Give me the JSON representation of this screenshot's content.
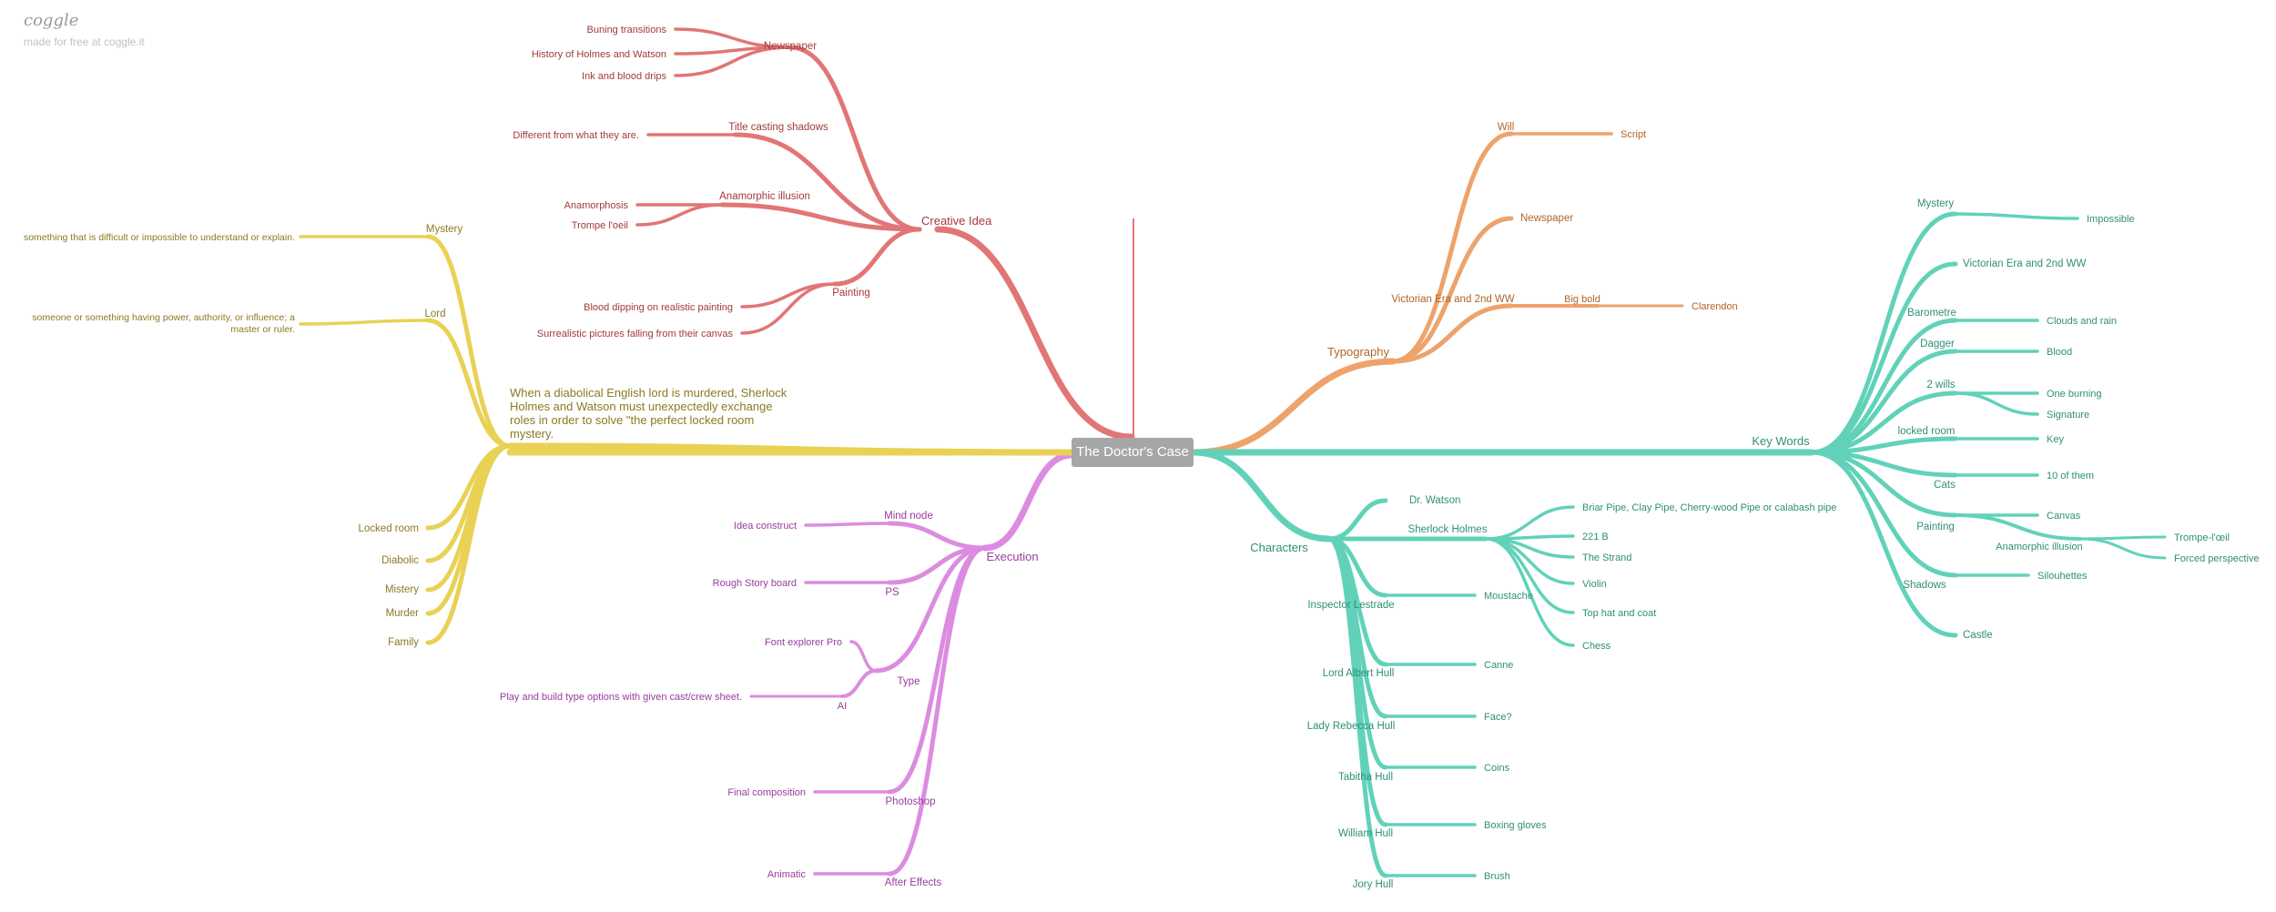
{
  "brand": {
    "logo": "coggle",
    "subtitle": "made for free at coggle.it"
  },
  "center": "The Doctor's Case",
  "colors": {
    "red": "#e27575",
    "orange": "#eda36b",
    "yellow": "#e9d155",
    "teal": "#61d2b9",
    "purple": "#dc8ce0"
  },
  "branches": [
    {
      "label": "Creative Idea",
      "color": "red",
      "children": [
        {
          "label": "Newspaper",
          "children": [
            "Buning transitions",
            "History of Holmes and Watson",
            "Ink and blood drips"
          ]
        },
        {
          "label": "Title casting shadows",
          "children": [
            "Different from what they are."
          ]
        },
        {
          "label": "Anamorphic illusion",
          "children": [
            "Anamorphosis",
            "Trompe l'oeil"
          ]
        },
        {
          "label": "Painting",
          "children": [
            "Blood dipping on realistic painting",
            "Surrealistic pictures falling from their canvas"
          ]
        }
      ]
    },
    {
      "label": "Typography",
      "color": "orange",
      "children": [
        {
          "label": "Will",
          "children": [
            "Script"
          ]
        },
        {
          "label": "Newspaper",
          "children": []
        },
        {
          "label": "Victorian Era and 2nd WW",
          "children": [
            {
              "label": "Big bold",
              "children": [
                "Clarendon"
              ]
            }
          ]
        }
      ]
    },
    {
      "label": "Key Words",
      "color": "teal",
      "children": [
        {
          "label": "Mystery",
          "children": [
            "Impossible"
          ]
        },
        {
          "label": "Victorian Era and 2nd WW",
          "children": []
        },
        {
          "label": "Barometre",
          "children": [
            "Clouds and rain"
          ]
        },
        {
          "label": "Dagger",
          "children": [
            "Blood"
          ]
        },
        {
          "label": "2 wills",
          "children": [
            "One burning",
            "Signature"
          ]
        },
        {
          "label": "locked room",
          "children": [
            "Key"
          ]
        },
        {
          "label": "Cats",
          "children": [
            "10 of them"
          ]
        },
        {
          "label": "Painting",
          "children": [
            "Canvas",
            {
              "label": "Anamorphic illusion",
              "children": [
                "Trompe-l'œil",
                "Forced perspective"
              ]
            }
          ]
        },
        {
          "label": "Shadows",
          "children": [
            "Silouhettes"
          ]
        },
        {
          "label": "Castle",
          "children": []
        }
      ]
    },
    {
      "label": "Characters",
      "color": "teal",
      "children": [
        {
          "label": "Dr. Watson",
          "children": []
        },
        {
          "label": "Sherlock Holmes",
          "children": [
            "Briar Pipe, Clay Pipe, Cherry-wood Pipe or calabash pipe",
            "221 B",
            "The Strand",
            "Violin",
            "Top hat and coat",
            "Chess"
          ]
        },
        {
          "label": "Inspector Lestrade",
          "children": [
            "Moustache"
          ]
        },
        {
          "label": "Lord Albert Hull",
          "children": [
            "Canne"
          ]
        },
        {
          "label": "Lady Rebecca Hull",
          "children": [
            "Face?"
          ]
        },
        {
          "label": "Tabitha Hull",
          "children": [
            "Coins"
          ]
        },
        {
          "label": "William Hull",
          "children": [
            "Boxing gloves"
          ]
        },
        {
          "label": "Jory Hull",
          "children": [
            "Brush"
          ]
        }
      ]
    },
    {
      "label": "Execution",
      "color": "purple",
      "children": [
        {
          "label": "Mind node",
          "children": [
            "Idea construct"
          ]
        },
        {
          "label": "PS",
          "children": [
            "Rough Story board"
          ]
        },
        {
          "label": "Type",
          "children": [
            "Font explorer Pro",
            {
              "label": "AI",
              "children": [
                "Play and build type options with given cast/crew sheet."
              ]
            }
          ]
        },
        {
          "label": "Photoshop",
          "children": [
            "Final composition"
          ]
        },
        {
          "label": "After Effects",
          "children": [
            "Animatic"
          ]
        }
      ]
    },
    {
      "label": "When a diabolical English lord is murdered, Sherlock Holmes and Watson must unexpectedly exchange roles in order to solve \"the perfect locked room mystery.",
      "color": "yellow",
      "children": [
        {
          "label": "Mystery",
          "children": [
            "something that is difficult or impossible to understand or explain."
          ]
        },
        {
          "label": "Lord",
          "children": [
            "someone or something having power, authority, or influence; a master or ruler."
          ]
        },
        {
          "label": "Locked room",
          "children": []
        },
        {
          "label": "Diabolic",
          "children": []
        },
        {
          "label": "Mistery",
          "children": []
        },
        {
          "label": "Murder",
          "children": []
        },
        {
          "label": "Family",
          "children": []
        }
      ]
    }
  ]
}
